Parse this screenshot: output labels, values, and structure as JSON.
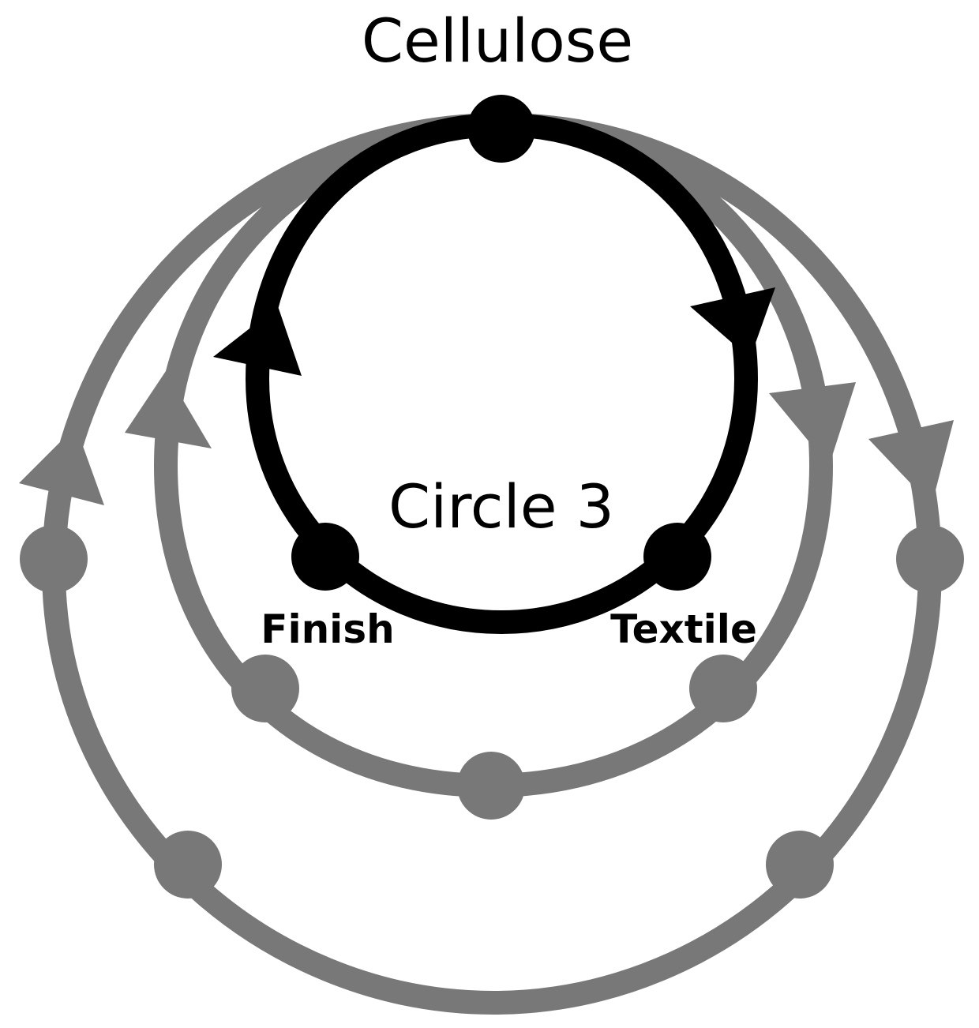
{
  "diagram": {
    "top_label": "Cellulose",
    "center_label": "Circle 3",
    "node_labels": {
      "finish": "Finish",
      "textile": "Textile"
    },
    "colors": {
      "active_circle": "#000000",
      "inactive_circles": "#787878",
      "background": "#ffffff"
    },
    "circles": [
      {
        "id": "outer",
        "style": "inactive"
      },
      {
        "id": "middle",
        "style": "inactive"
      },
      {
        "id": "inner",
        "style": "active"
      }
    ]
  }
}
